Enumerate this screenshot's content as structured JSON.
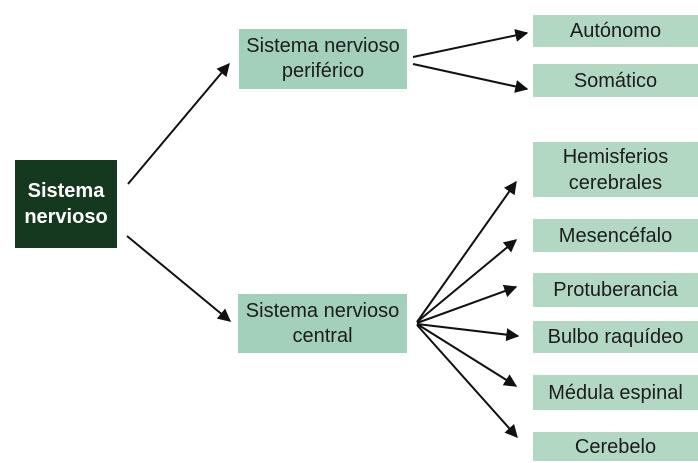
{
  "diagram": {
    "title": "Sistema nervioso",
    "type": "tree",
    "nodes": {
      "root": {
        "id": "sistema-nervioso",
        "label": "Sistema\nnervioso"
      },
      "periferico": {
        "id": "sistema-nervioso-periferico",
        "label": "Sistema nervioso\nperiférico"
      },
      "central": {
        "id": "sistema-nervioso-central",
        "label": "Sistema nervioso\ncentral"
      },
      "autonomo": {
        "id": "autonomo",
        "label": "Autónomo"
      },
      "somatico": {
        "id": "somatico",
        "label": "Somático"
      },
      "hemisferios": {
        "id": "hemisferios-cerebrales",
        "label": "Hemisferios\ncerebrales"
      },
      "mesencefalo": {
        "id": "mesencefalo",
        "label": "Mesencéfalo"
      },
      "protuberancia": {
        "id": "protuberancia",
        "label": "Protuberancia"
      },
      "bulbo": {
        "id": "bulbo-raquideo",
        "label": "Bulbo raquídeo"
      },
      "medula": {
        "id": "medula-espinal",
        "label": "Médula espinal"
      },
      "cerebelo": {
        "id": "cerebelo",
        "label": "Cerebelo"
      }
    },
    "edges": [
      {
        "from": "sistema-nervioso",
        "to": "sistema-nervioso-periferico"
      },
      {
        "from": "sistema-nervioso",
        "to": "sistema-nervioso-central"
      },
      {
        "from": "sistema-nervioso-periferico",
        "to": "autonomo"
      },
      {
        "from": "sistema-nervioso-periferico",
        "to": "somatico"
      },
      {
        "from": "sistema-nervioso-central",
        "to": "hemisferios-cerebrales"
      },
      {
        "from": "sistema-nervioso-central",
        "to": "mesencefalo"
      },
      {
        "from": "sistema-nervioso-central",
        "to": "protuberancia"
      },
      {
        "from": "sistema-nervioso-central",
        "to": "bulbo-raquideo"
      },
      {
        "from": "sistema-nervioso-central",
        "to": "medula-espinal"
      },
      {
        "from": "sistema-nervioso-central",
        "to": "cerebelo"
      }
    ],
    "colors": {
      "root_bg": "#14391f",
      "root_text": "#ffffff",
      "branch_bg": "#a3d0ba",
      "leaf_bg": "#b2d8c4",
      "node_text": "#1c1c1c",
      "arrow": "#111111",
      "background": "#ffffff"
    }
  }
}
